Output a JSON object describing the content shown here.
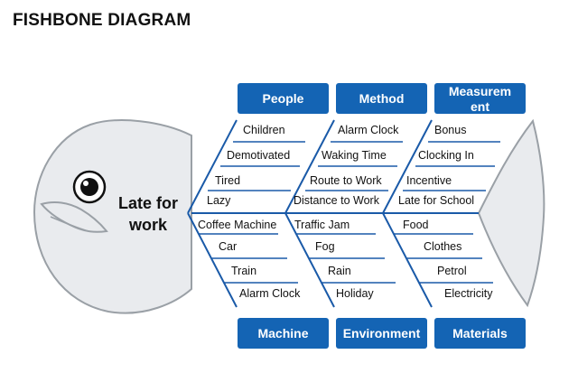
{
  "title": "FISHBONE DIAGRAM",
  "problem": "Late for work",
  "categories": {
    "people": "People",
    "method": "Method",
    "measurement": "Measurement",
    "machine": "Machine",
    "environment": "Environment",
    "materials": "Materials"
  },
  "causes": {
    "people": [
      "Children",
      "Demotivated",
      "Tired",
      "Lazy"
    ],
    "method": [
      "Alarm Clock",
      "Waking Time",
      "Route to Work",
      "Distance to Work"
    ],
    "measurement": [
      "Bonus",
      "Clocking In",
      "Incentive",
      "Late for School"
    ],
    "machine": [
      "Coffee Machine",
      "Car",
      "Train",
      "Alarm Clock"
    ],
    "environment": [
      "Traffic Jam",
      "Fog",
      "Rain",
      "Holiday"
    ],
    "materials": [
      "Food",
      "Clothes",
      "Petrol",
      "Electricity"
    ]
  },
  "colors": {
    "category_fill": "#1464b4",
    "bone_line": "#1a5aa8",
    "fish_fill": "#e9ebee",
    "fish_stroke": "#9aa0a6"
  }
}
